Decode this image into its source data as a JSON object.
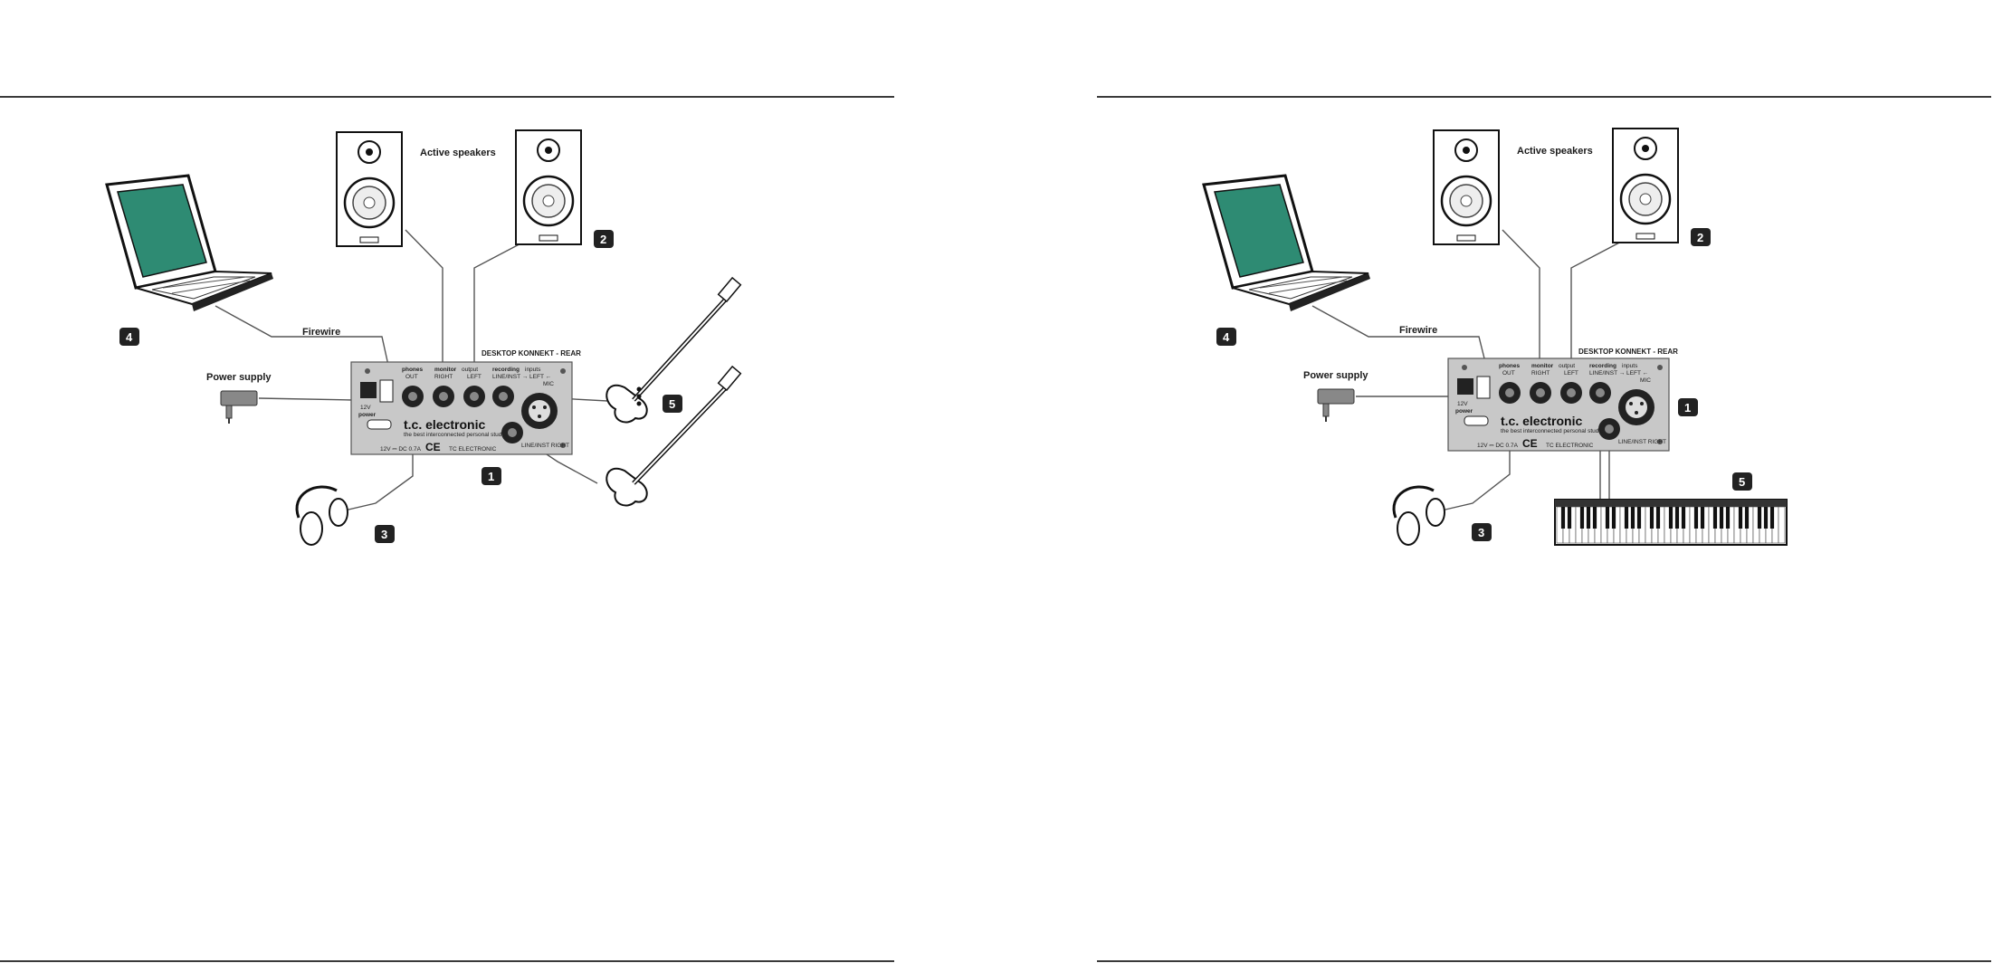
{
  "colors": {
    "rule": "#3a3a3a",
    "screen": "#2e8b73",
    "panel": "#c8c8c8",
    "badge": "#222222"
  },
  "left": {
    "speakers_label": "Active speakers",
    "firewire_label": "Firewire",
    "power_label": "Power supply",
    "device_title": "DESKTOP KONNEKT - REAR",
    "panel": {
      "phones": "phones",
      "phones_out": "OUT",
      "monitor": "monitor",
      "monitor_output": "output",
      "right": "RIGHT",
      "left": "LEFT",
      "recording": "recording",
      "recording_inputs": "inputs",
      "line_inst_left": "LINE/INST → LEFT ←",
      "mic": "MIC",
      "power_12v": "12V",
      "power_word": "power",
      "brand": "t.c. electronic",
      "brand_sub": "the best interconnected personal studio",
      "ce": "CE",
      "voltage": "12V ⎓ DC 0.7A",
      "made_by": "TC ELECTRONIC",
      "line_inst_right": "LINE/INST RIGHT"
    },
    "badges": [
      "1",
      "2",
      "3",
      "4",
      "5"
    ]
  },
  "right": {
    "speakers_label": "Active speakers",
    "firewire_label": "Firewire",
    "power_label": "Power supply",
    "device_title": "DESKTOP KONNEKT - REAR",
    "panel": {
      "phones": "phones",
      "phones_out": "OUT",
      "monitor": "monitor",
      "monitor_output": "output",
      "right": "RIGHT",
      "left": "LEFT",
      "recording": "recording",
      "recording_inputs": "inputs",
      "line_inst_left": "LINE/INST → LEFT ←",
      "mic": "MIC",
      "power_12v": "12V",
      "power_word": "power",
      "brand": "t.c. electronic",
      "brand_sub": "the best interconnected personal studio",
      "ce": "CE",
      "voltage": "12V ⎓ DC 0.7A",
      "made_by": "TC ELECTRONIC",
      "line_inst_right": "LINE/INST RIGHT"
    },
    "badges": [
      "1",
      "2",
      "3",
      "4",
      "5"
    ]
  }
}
